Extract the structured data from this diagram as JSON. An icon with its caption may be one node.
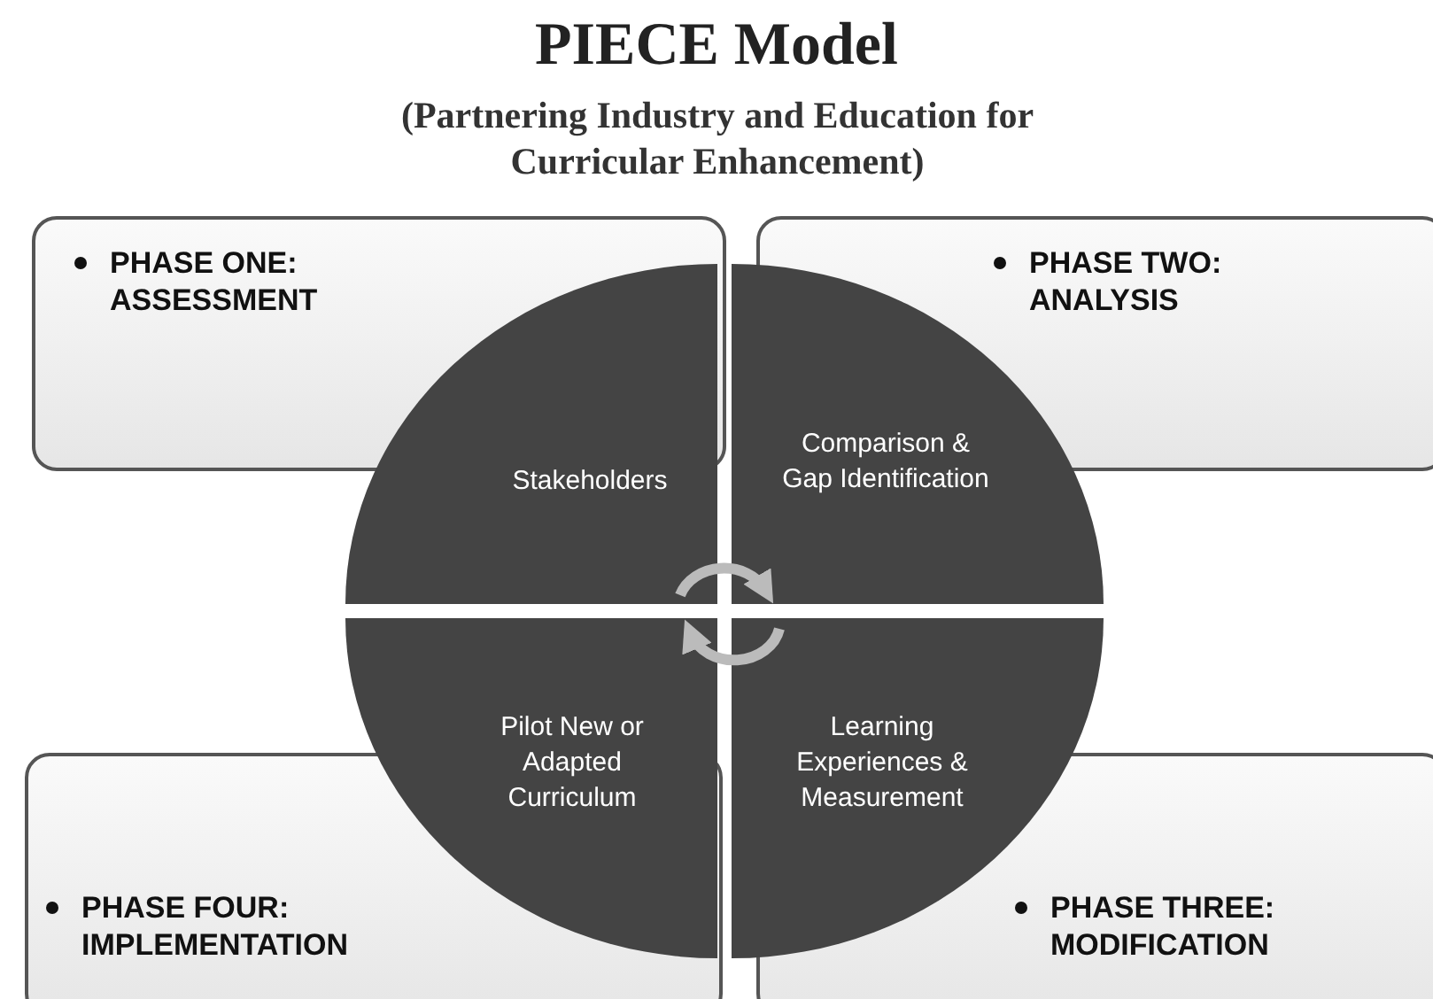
{
  "diagram": {
    "title": "PIECE Model",
    "nodes": [
      {
        "text": [
          "PHASE ONE: ASSESSMENT"
        ]
      },
      {
        "text": [
          "PHASE TWO: ANALYSIS"
        ]
      },
      {
        "text": [
          "PHASE FOUR: IMPLEMENTATION"
        ]
      },
      {
        "text": [
          "PHASE THREE: MODIFICATION"
        ]
      },
      {
        "text": [
          "Stakeholders"
        ]
      },
      {
        "text": [
          "Comparison & Gap Identification"
        ]
      },
      {
        "text": [
          "Pilot New or Adapted Curriculum"
        ]
      },
      {
        "text": [
          "Learning Experiences & Measurement"
        ]
      }
    ],
    "edges": [
      {
        "from": 4,
        "to": 5,
        "arrow": "to"
      },
      {
        "from": 7,
        "to": 6,
        "arrow": "to"
      }
    ],
    "labels": [
      "(Partnering Industry and Education for Curricular Enhancement)"
    ]
  }
}
